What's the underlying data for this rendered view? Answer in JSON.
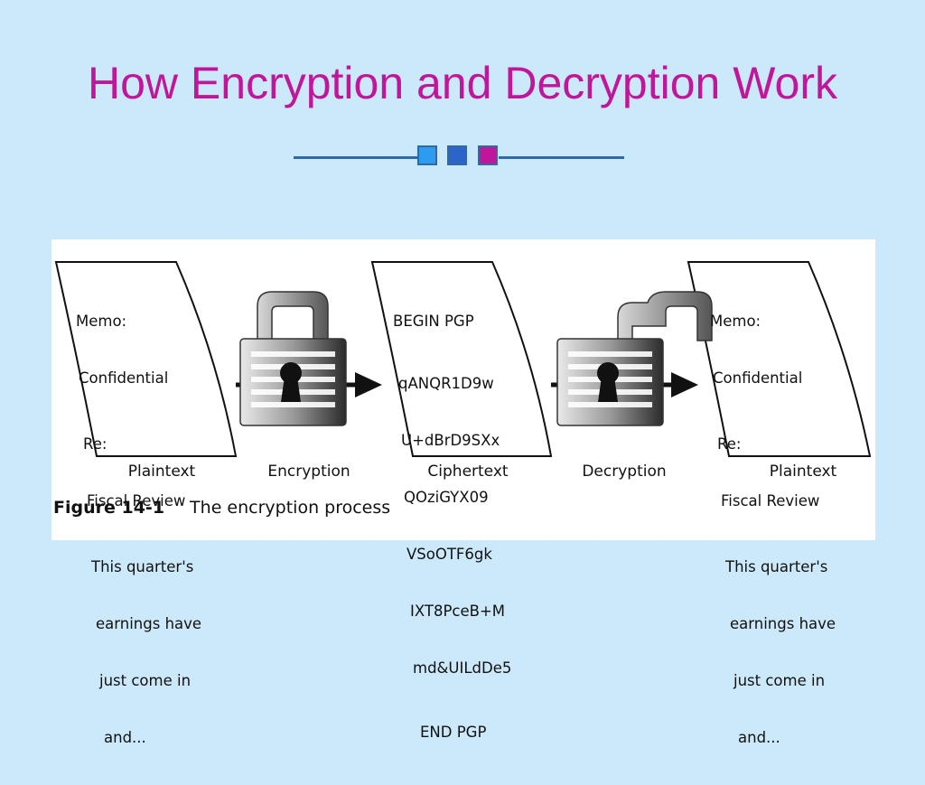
{
  "slide": {
    "title": "How Encryption and Decryption Work"
  },
  "colors": {
    "background": "#cce9fb",
    "title": "#c0169a",
    "divider": "#2f6aa5",
    "square_1": "#2e9bf0",
    "square_2": "#2c64c9",
    "square_3": "#c0169a"
  },
  "figure": {
    "plaintext_lines": [
      "Memo:",
      "Confidential",
      "Re:",
      "Fiscal Review",
      "This quarter's",
      "earnings have",
      "just come in",
      "and..."
    ],
    "ciphertext_lines": [
      "BEGIN PGP",
      "qANQR1D9w",
      "U+dBrD9SXx",
      "QOziGYX09",
      "VSoOTF6gk",
      "IXT8PceB+M",
      "md&UILdDe5",
      "END PGP"
    ],
    "labels": {
      "plaintext_left": "Plaintext",
      "encryption": "Encryption",
      "ciphertext": "Ciphertext",
      "decryption": "Decryption",
      "plaintext_right": "Plaintext"
    },
    "caption_number": "Figure 14-1",
    "caption_text": "The encryption process",
    "icons": {
      "locked": "closed-padlock-icon",
      "unlocked": "open-padlock-icon"
    }
  }
}
